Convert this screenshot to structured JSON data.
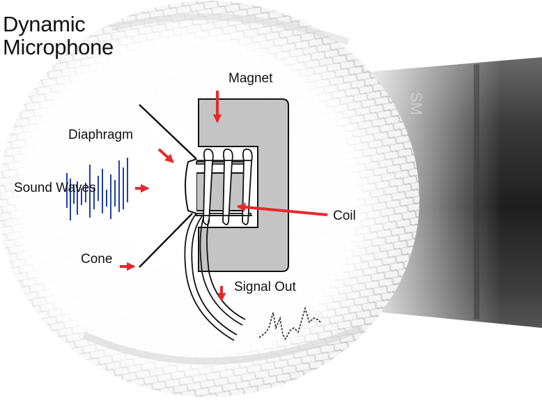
{
  "title": {
    "line1": "Dynamic",
    "line2": "Microphone"
  },
  "labels": {
    "magnet": "Magnet",
    "diaphragm": "Diaphragm",
    "sound_waves": "Sound Waves",
    "coil": "Coil",
    "cone": "Cone",
    "signal_out": "Signal Out"
  },
  "handle_text": "SM",
  "colors": {
    "arrow": "#e8282b",
    "magnet_fill": "#c4c4c4",
    "wave": "#1f3ea8",
    "outline": "#111111",
    "handle": "#2b2b2b"
  }
}
